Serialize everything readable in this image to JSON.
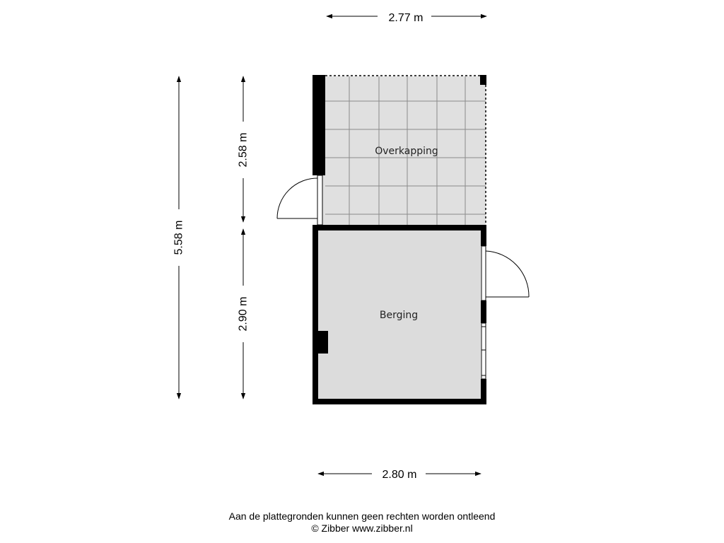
{
  "dimensions": {
    "top_width": "2.77 m",
    "bottom_width": "2.80 m",
    "total_height": "5.58 m",
    "overkapping_height": "2.58 m",
    "berging_height": "2.90 m"
  },
  "rooms": {
    "overkapping": "Overkapping",
    "berging": "Berging"
  },
  "footer": {
    "disclaimer": "Aan de plattegronden kunnen geen rechten worden ontleend",
    "copyright": "© Zibber www.zibber.nl"
  },
  "colors": {
    "wall": "#000000",
    "floor_overkapping": "#e0e0e0",
    "floor_berging": "#dcdcdc",
    "tile_line": "#8a8a8a",
    "text": "#000000"
  }
}
